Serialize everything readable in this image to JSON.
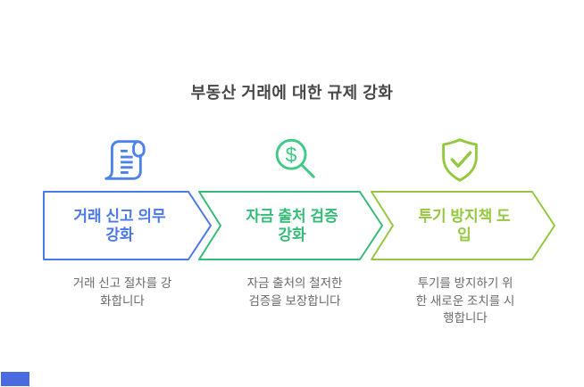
{
  "title": "부동산 거래에 대한 규제 강화",
  "steps": [
    {
      "label": "거래 신고 의무\n강화",
      "description": "거래 신고 절차를 강\n화합니다",
      "icon": "scroll-document-icon",
      "color": "#4a78e8"
    },
    {
      "label": "자금 출처 검증\n강화",
      "description": "자금 출처의 철저한\n검증을 보장합니다",
      "icon": "dollar-magnifier-icon",
      "color": "#34bc78"
    },
    {
      "label": "투기 방지책 도\n입",
      "description": "투기를 방지하기 위\n한 새로운 조치를 시\n행합니다",
      "icon": "shield-check-icon",
      "color": "#94c83e"
    }
  ],
  "icons": {
    "dollar_glyph": "$"
  },
  "colors": {
    "step1_accent": "#4a78e8",
    "step2_accent": "#34bc78",
    "step3_accent": "#94c83e",
    "title_text": "#474747",
    "description_text": "#696969",
    "watermark": "#4a6bdf",
    "background": "#ffffff"
  }
}
